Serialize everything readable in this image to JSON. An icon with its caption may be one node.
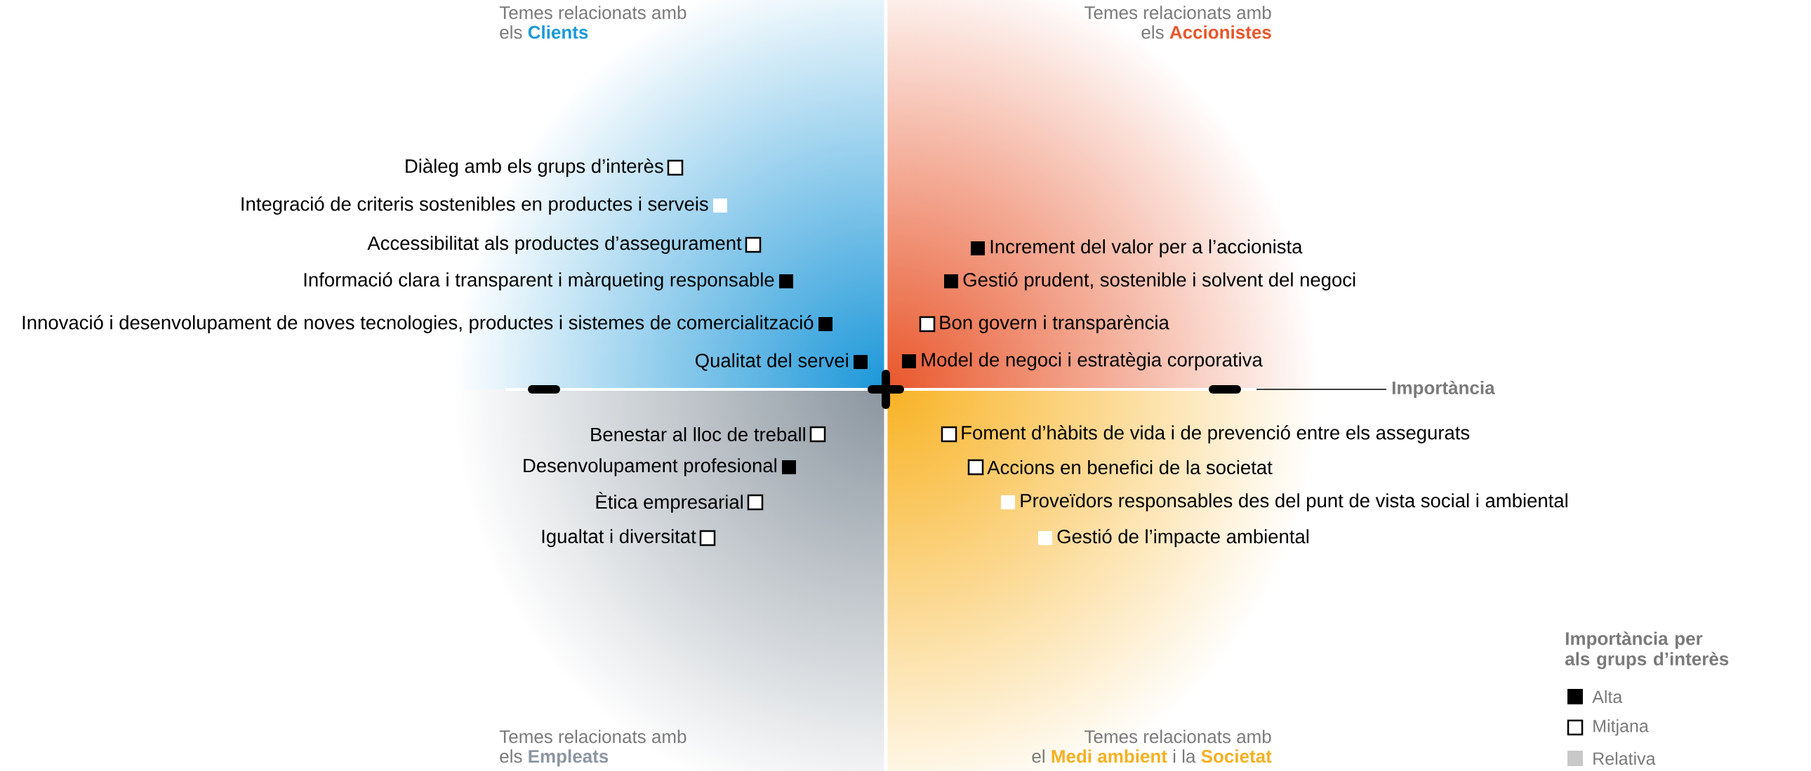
{
  "diagram": {
    "nodes": [
      {
        "text": [
          "Temes relacionats amb els **Clients**"
        ]
      },
      {
        "text": [
          "Diàleg amb els grups d’interès"
        ]
      },
      {
        "text": [
          "Integració de criteris sostenibles en productes i serveis"
        ]
      },
      {
        "text": [
          "Accessibilitat als productes d’assegurament"
        ]
      },
      {
        "text": [
          "Informació clara i transparent i màrqueting responsable"
        ]
      },
      {
        "text": [
          "Innovació i desenvolupament de noves tecnologies, productes i sistemes de comercialització"
        ]
      },
      {
        "text": [
          "Qualitat del servei"
        ]
      },
      {
        "text": [
          "Temes relacionats amb els **Accionistes**"
        ]
      },
      {
        "text": [
          "Increment del valor per a l’accionista"
        ]
      },
      {
        "text": [
          "Gestió prudent, sostenible i solvent del negoci"
        ]
      },
      {
        "text": [
          "Bon govern i transparència"
        ]
      },
      {
        "text": [
          "Model de negoci i estratègia corporativa"
        ]
      },
      {
        "text": [
          "Temes relacionats amb els **Empleats**"
        ]
      },
      {
        "text": [
          "Benestar al lloc de treball"
        ]
      },
      {
        "text": [
          "Desenvolupament profesional"
        ]
      },
      {
        "text": [
          "Ètica empresarial"
        ]
      },
      {
        "text": [
          "Igualtat i diversitat"
        ]
      },
      {
        "text": [
          "Temes relacionats amb el **Medi ambient** i la **Societat**"
        ]
      },
      {
        "text": [
          "Foment d’hàbits de vida i de prevenció entre els assegurats"
        ]
      },
      {
        "text": [
          "Accions en benefici de la societat"
        ]
      },
      {
        "text": [
          "Proveïdors responsables des del punt de vista social i ambiental"
        ]
      },
      {
        "text": [
          "Gestió de l’impacte ambiental"
        ]
      }
    ],
    "labels": [
      "Importància",
      "Importància per als grups d’interès"
    ],
    "legend": [
      {
        "text": "Alta",
        "color": "#000000"
      },
      {
        "text": "Mitjana"
      },
      {
        "text": "Relativa",
        "color": "#c8c8c8"
      }
    ]
  }
}
